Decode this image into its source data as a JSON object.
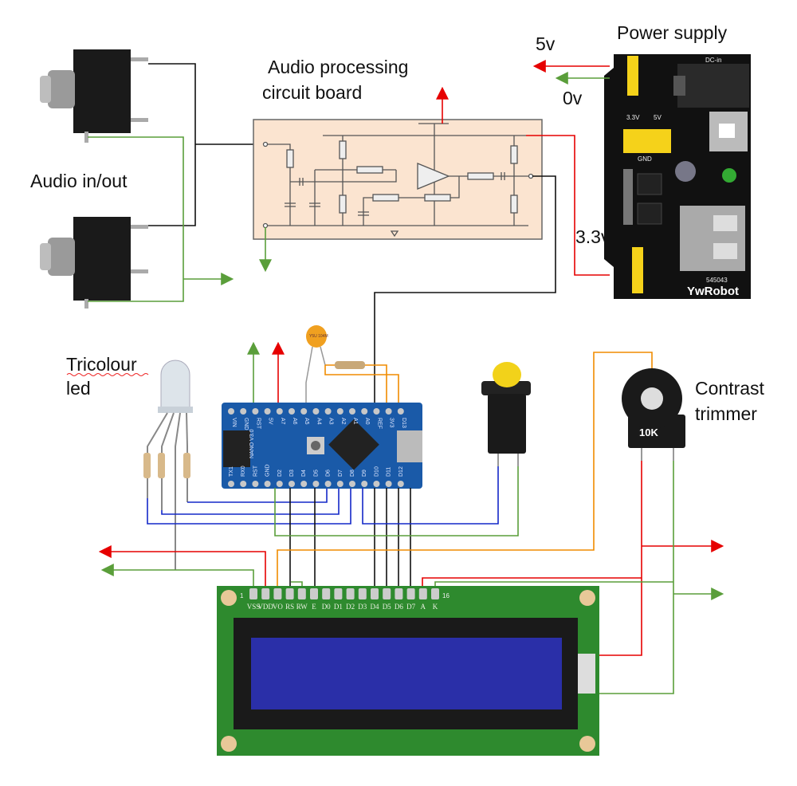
{
  "labels": {
    "audio_io": "Audio in/out",
    "audio_board_line1": "Audio processing",
    "audio_board_line2": "circuit board",
    "power_supply": "Power supply",
    "v5": "5v",
    "v0": "0v",
    "v33": "3.3v",
    "tricolour_line1": "Tricolour",
    "tricolour_line2": "led",
    "contrast_line1": "Contrast",
    "contrast_line2": "trimmer"
  },
  "power_board": {
    "brand": "YwRobot",
    "code": "545043",
    "dc_in": "DC-in",
    "rail_3v3": "3.3V",
    "rail_5v": "5V",
    "gnd": "GND"
  },
  "trimmer": {
    "value": "10K"
  },
  "capacitor": {
    "marking": "Y5U 104M"
  },
  "arduino": {
    "model": "NANO V3.0",
    "top_pins": [
      "VIN",
      "GND",
      "RST",
      "5V",
      "A7",
      "A6",
      "A5",
      "A4",
      "A3",
      "A2",
      "A1",
      "A0",
      "REF",
      "3V3",
      "D13"
    ],
    "bottom_pins": [
      "TX1",
      "RX0",
      "RST",
      "GND",
      "D2",
      "D3",
      "D4",
      "D5",
      "D6",
      "D7",
      "D8",
      "D9",
      "D10",
      "D11",
      "D12"
    ]
  },
  "lcd": {
    "pin_first": "1",
    "pin_last": "16",
    "pins": [
      "VSS",
      "VDD",
      "VO",
      "RS",
      "RW",
      "E",
      "D0",
      "D1",
      "D2",
      "D3",
      "D4",
      "D5",
      "D6",
      "D7",
      "A",
      "K"
    ]
  },
  "colors": {
    "positive": "#e60000",
    "ground": "#5a9e3a",
    "signal": "#111111",
    "analog": "#f08c00",
    "led_signal": "#1428c8",
    "board_fill": "#fbe4d0"
  }
}
